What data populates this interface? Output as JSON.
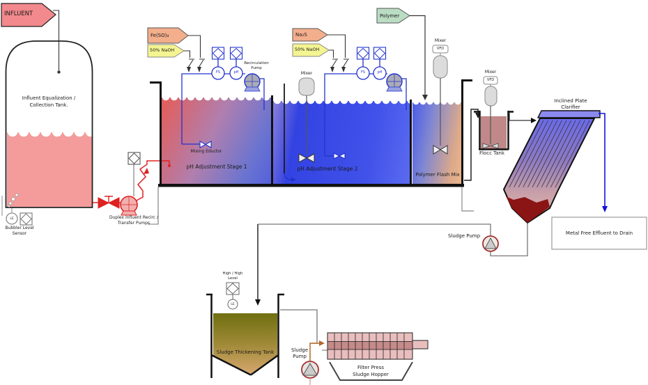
{
  "labels": {
    "influent": "INFLUENT",
    "eq_tank": [
      "Influent Equalization /",
      "Collection Tank."
    ],
    "bubbler_tag": "LE",
    "bubbler": [
      "Bubbler Level",
      "Sensor"
    ],
    "transfer_pumps": [
      "Duplex Influent Recirc /",
      "Transfer Pumps"
    ],
    "fe_flag": "Fe(SO)₄",
    "naoh_flag_1": "50% NaOH",
    "na2s_flag": "Na₂S",
    "naoh_flag_2": "50% NaOH",
    "polymer_flag": "Polymer",
    "fs_1": "FS",
    "ph_1": "pH",
    "fs_2": "FS",
    "ph_2": "pH",
    "recirc_pump": [
      "Recirculation",
      "Pump"
    ],
    "mixing_eductor": "Mixing Eductor",
    "stage1": "pH Adjustment Stage 1",
    "stage2": "pH Adjustment Stage 2",
    "mixer_stage2": "Mixer",
    "mixer_flash": "Mixer",
    "vfd_flash": "VFD",
    "mixer_flocc": "Mixer",
    "vfd_flocc": "VFD",
    "flash_mix": "Polymer Flash Mix",
    "flocc_tank": "Flocc Tank",
    "clarifier": [
      "Inclined Plate",
      "Clarifier"
    ],
    "effluent_box": "Metal Free Effluent to Drain",
    "sludge_pump_1": "Sludge Pump",
    "hihi_level": [
      "High / High",
      "Level"
    ],
    "le_thickener": "LE",
    "thickening_tank": "Sludge Thickening Tank",
    "sludge_pump_2": [
      "Sludge",
      "Pump"
    ],
    "filter_press": [
      "Filter Press",
      "Sludge Hopper"
    ]
  },
  "colors": {
    "influent_pink": "#F2898C",
    "eq_liquid_pink": "#F49B9B",
    "chem_orange": "#F3AE8C",
    "chem_yellow": "#F4F492",
    "polymer_green": "#BADCC3",
    "red_line": "#DD2222",
    "blue_line": "#2233CC",
    "stage1_gradient": [
      "#E06060",
      "#B07FAE",
      "#5560DC"
    ],
    "stage2_blue": "#4152EA",
    "flash_mix_gradient": [
      "#4A5BE8",
      "#EBB58C"
    ],
    "flocc_liquid": "#C08888",
    "clarifier_gradient": [
      "#6A6AE8",
      "#8E7AC2",
      "#D8B6B6"
    ],
    "clarifier_sludge": "#8B1414",
    "thickener_gradient": [
      "#6F6F10",
      "#D8A870"
    ],
    "press_pink": "#E9BEBE",
    "press_band": "#C58A8A",
    "press_feed_orange": "#B26A2A"
  }
}
